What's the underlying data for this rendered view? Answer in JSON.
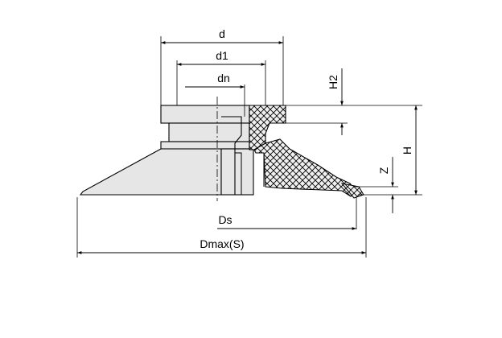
{
  "diagram": {
    "labels": {
      "d": "d",
      "d1": "d1",
      "dn": "dn",
      "ds": "Ds",
      "dmax": "Dmax(S)",
      "h": "H",
      "h2": "H2",
      "z": "Z"
    },
    "colors": {
      "body_fill": "#e6e6e6",
      "section_fill": "#d8d8d8",
      "outline": "#000000",
      "hatch": "#000000",
      "background": "#ffffff"
    }
  }
}
